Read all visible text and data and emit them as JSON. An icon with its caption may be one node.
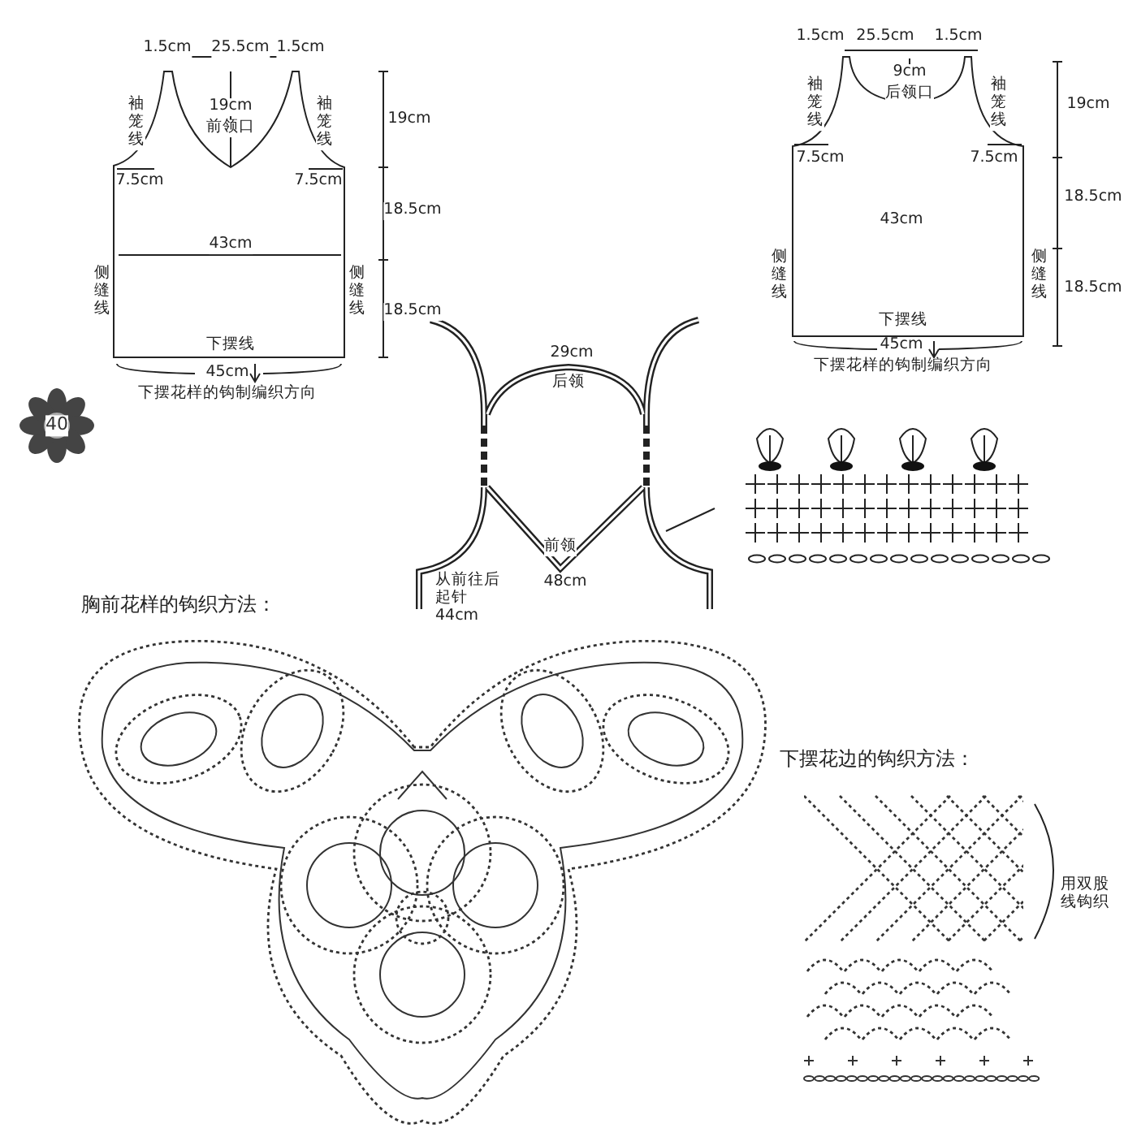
{
  "diagram": {
    "labels": [
      "1.5cm",
      "25.5cm",
      "1.5cm",
      "1.5cm",
      "25.5cm",
      "1.5cm",
      "袖笼线",
      "19cm",
      "前领口",
      "袖笼线",
      "19cm",
      "9cm",
      "后领口",
      "袖笼线",
      "袖笼线",
      "19cm",
      "7.5cm",
      "7.5cm",
      "7.5cm",
      "7.5cm",
      "18.5cm",
      "18.5cm",
      "43cm",
      "43cm",
      "侧缝线",
      "侧缝线",
      "侧缝线",
      "侧缝线",
      "18.5cm",
      "18.5cm",
      "下摆线",
      "下摆线",
      "45cm",
      "45cm",
      "下摆花样的钩制编织方向",
      "下摆花样的钩制编织方向",
      "40",
      "29cm",
      "后领",
      "前领",
      "48cm",
      "从前往后起针44cm",
      "胸前花样的钩织方法：",
      "下摆花边的钩织方法：",
      "用双股线钩织"
    ]
  }
}
